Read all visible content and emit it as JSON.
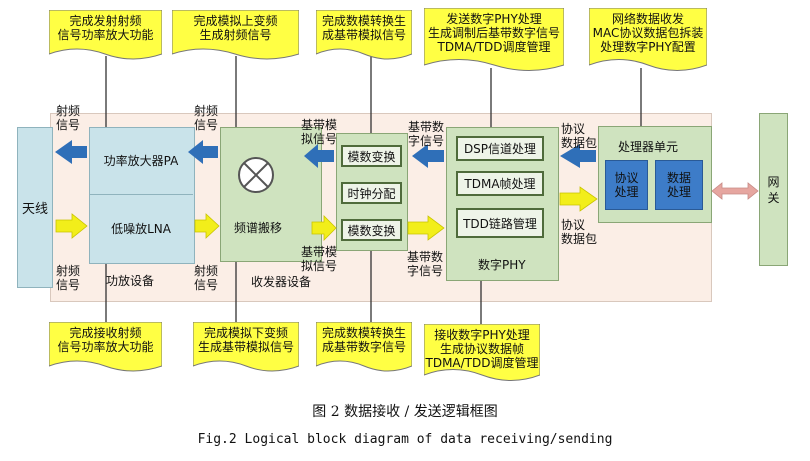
{
  "notes": {
    "top_pa": "完成发射射频\n信号功率放大功能",
    "top_up": "完成模拟上变频\n生成射频信号",
    "top_da": "完成数模转换生\n成基带模拟信号",
    "top_phy": "发送数字PHY处理\n生成调制后基带数字信号\nTDMA/TDD调度管理",
    "top_mac": "网络数据收发\nMAC协议数据包拆装\n处理数字PHY配置",
    "bot_lna": "完成接收射频\n信号功率放大功能",
    "bot_down": "完成模拟下变频\n生成基带模拟信号",
    "bot_ad": "完成数模转换生\n成基带数字信号",
    "bot_phy": "接收数字PHY处理\n生成协议数据帧\nTDMA/TDD调度管理"
  },
  "blocks": {
    "antenna": "天线",
    "pa": "功率放大器PA",
    "lna": "低噪放LNA",
    "amp_group": "功放设备",
    "mixer": "频谱搬移",
    "transceiver_group": "收发器设备",
    "conv1": "模数变换",
    "clock": "时钟分配",
    "conv2": "模数变换",
    "dsp": "DSP信道处理",
    "tdma": "TDMA帧处理",
    "tdd": "TDD链路管理",
    "digital_phy": "数字PHY",
    "processor": "处理器单元",
    "protocol": "协议\n处理",
    "data_proc": "数据\n处理",
    "gateway": "网\n关"
  },
  "labels": {
    "rf_tl": "射频\n信号",
    "rf_tm": "射频\n信号",
    "rf_bl": "射频\n信号",
    "rf_bm": "射频\n信号",
    "bb_analog_top": "基带模\n拟信号",
    "bb_analog_bot": "基带模\n拟信号",
    "bb_digital_top": "基带数\n字信号",
    "bb_digital_bot": "基带数\n字信号",
    "pkt_top": "协议\n数据包",
    "pkt_bot": "协议\n数据包"
  },
  "caption": {
    "cn": "图 2 数据接收 / 发送逻辑框图",
    "en": "Fig.2 Logical block diagram of data receiving/sending"
  },
  "colors": {
    "note_fill": "#ffff44",
    "tx_arrow": "#2f6fb8",
    "rx_arrow": "#f2ee1a",
    "panel_bg": "#fbeee6",
    "green_block": "#cfe3bf",
    "blue_block": "#c9e3ea",
    "proc_inner": "#3d7cc8",
    "gateway_arrow": "#e6a6a0"
  }
}
